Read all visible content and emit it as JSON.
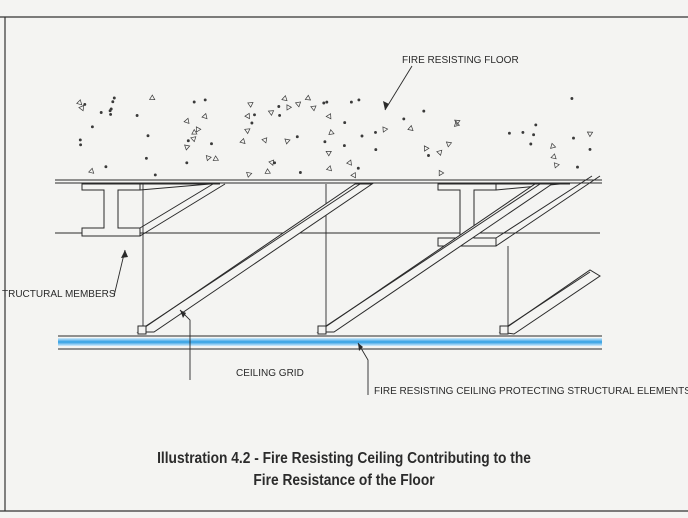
{
  "labels": {
    "floor": "FIRE RESISTING FLOOR",
    "structural": "TRUCTURAL MEMBERS",
    "grid": "CEILING GRID",
    "ceiling": "FIRE RESISTING CEILING PROTECTING STRUCTURAL ELEMENTS"
  },
  "caption": {
    "line1": "Illustration 4.2 - Fire Resisting Ceiling Contributing to the",
    "line2": "Fire Resistance of the Floor"
  },
  "colors": {
    "ink": "#2a2a2a",
    "ceiling_blue": "#2f9ee3",
    "paper": "#f4f4f2"
  }
}
